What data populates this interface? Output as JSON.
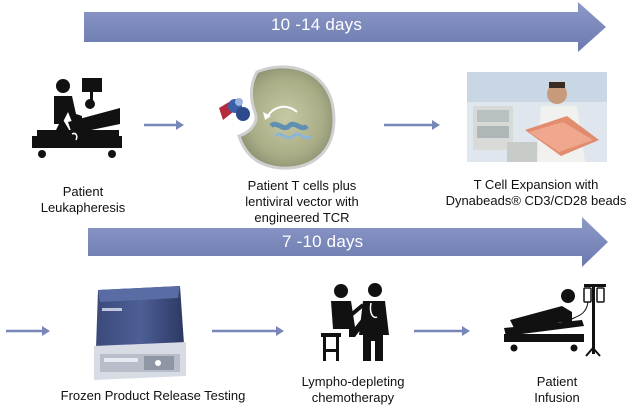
{
  "timeline": {
    "top_band": "10 -14 days",
    "bottom_band": "7 -10 days",
    "band_color": "#7886b8"
  },
  "steps": {
    "leukapheresis": {
      "line1": "Patient",
      "line2": "Leukapheresis",
      "icon": "patient-on-bed-with-monitor-icon"
    },
    "transduction": {
      "line1": "Patient T cells plus",
      "line2": "lentiviral vector with",
      "line3": "engineered TCR",
      "icon": "t-cell-with-vector-icon"
    },
    "expansion": {
      "line1": "T Cell Expansion with",
      "line2": "Dynabeads® CD3/CD28 beads",
      "icon": "lab-scientist-photo"
    },
    "release_testing": {
      "line1": "Frozen Product Release Testing",
      "icon": "flow-cytometer-instrument"
    },
    "chemotherapy": {
      "line1": "Lympho-depleting",
      "line2": "chemotherapy",
      "icon": "doctor-and-patient-icon"
    },
    "infusion": {
      "line1": "Patient",
      "line2": "Infusion",
      "icon": "patient-iv-infusion-icon"
    }
  },
  "arrow_color": "#7886b8"
}
